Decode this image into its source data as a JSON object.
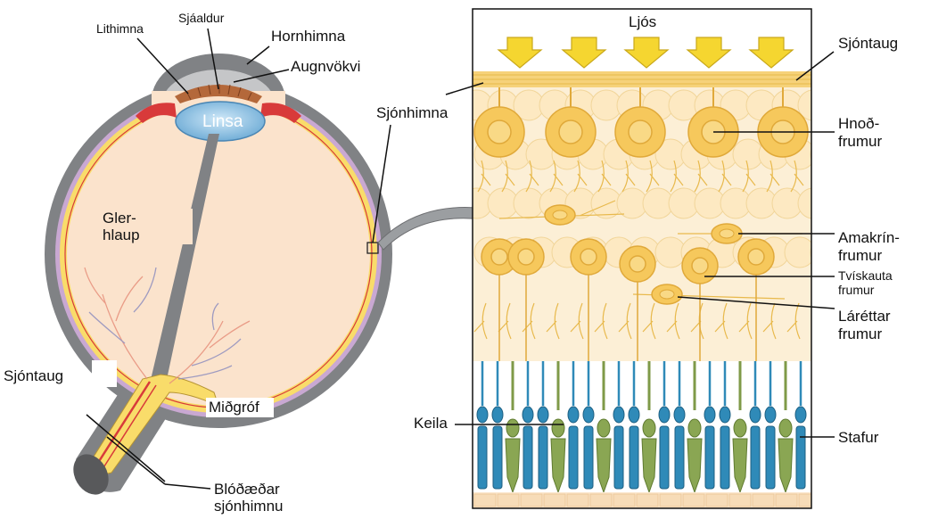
{
  "eye": {
    "lithimna": "Lithimna",
    "sjaaldur": "Sjáaldur",
    "hornhimna": "Hornhimna",
    "augnvokvi": "Augnvökvi",
    "linsa": "Linsa",
    "gler1": "Gler-",
    "gler2": "hlaup",
    "sjontaug": "Sjóntaug",
    "midgrof": "Miðgróf",
    "blod1": "Blóðæðar",
    "blod2": "sjónhimnu",
    "sjonhimna": "Sjónhimna"
  },
  "retina": {
    "ljos": "Ljós",
    "sjontaug": "Sjóntaug",
    "hnod1": "Hnoð-",
    "hnod2": "frumur",
    "amak1": "Amakrín-",
    "amak2": "frumur",
    "tvi1": "Tvískauta",
    "tvi2": "frumur",
    "lar1": "Láréttar",
    "lar2": "frumur",
    "keila": "Keila",
    "stafur": "Stafur"
  },
  "colors": {
    "sclera": "#808285",
    "eyeFill": "#fbe3cc",
    "lens": "#8ec3e6",
    "iris": "#b4683a",
    "ciliary": "#d83a3a",
    "retinaYellow": "#f9dc6a",
    "choroid": "#c9a8d2",
    "cellYellow": "#f6c85c",
    "rod": "#2f8ab8",
    "cone": "#8aa653",
    "arrow": "#f5d630"
  }
}
